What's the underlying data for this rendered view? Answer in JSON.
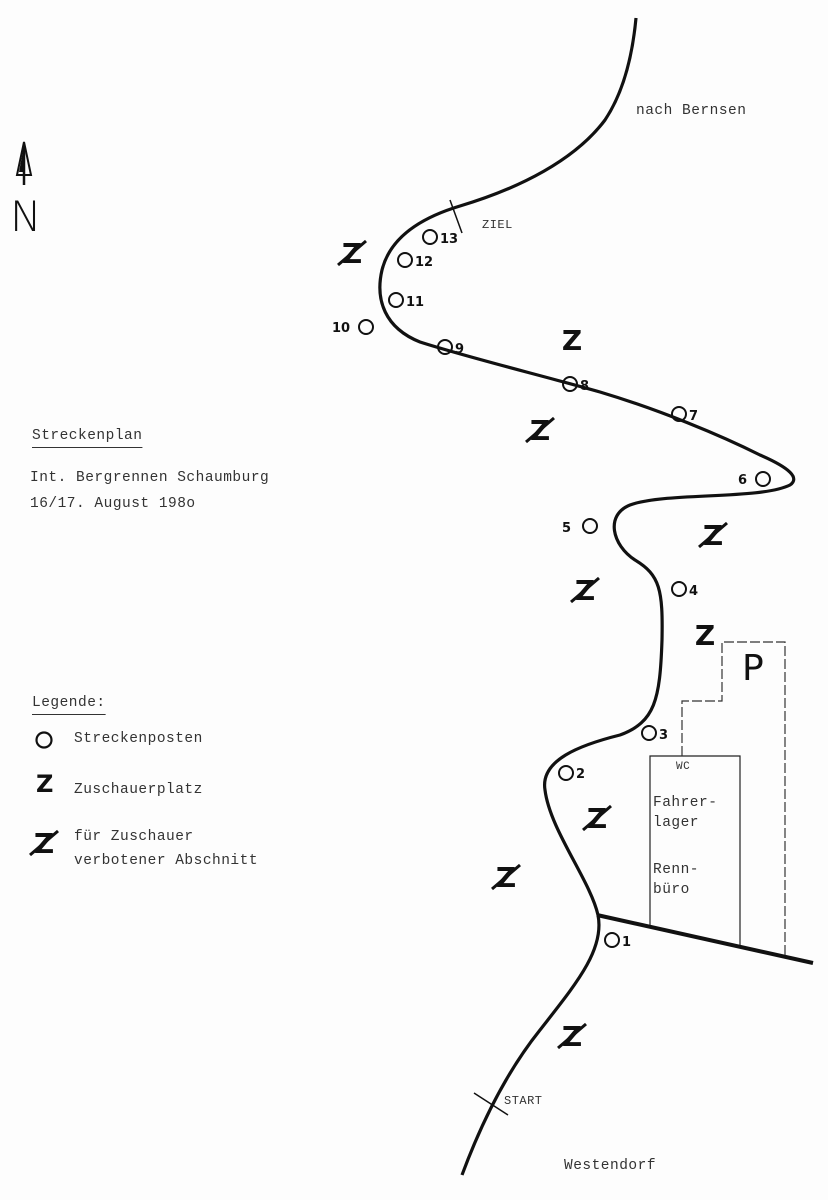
{
  "map": {
    "title": "Streckenplan",
    "event": "Int. Bergrennen Schaumburg",
    "date": "16/17. August 198o",
    "north_label": "N",
    "destination_north": "nach Bernsen",
    "destination_south": "Westendorf",
    "start_label": "START",
    "finish_label": "ZIEL",
    "parking_label": "P",
    "wc_label": "WC",
    "paddock_label": "Fahrer-\nlager",
    "office_label": "Renn-\nbüro",
    "posts": [
      "1",
      "2",
      "3",
      "4",
      "5",
      "6",
      "7",
      "8",
      "9",
      "10",
      "11",
      "12",
      "13"
    ],
    "spectator_mark": "Z"
  },
  "legend": {
    "title": "Legende:",
    "items": [
      {
        "icon": "circle-icon",
        "label": "Streckenposten"
      },
      {
        "icon": "z-icon",
        "label": "Zuschauerplatz"
      },
      {
        "icon": "crossed-z-icon",
        "label": "für Zuschauer\nverbotener Abschnitt"
      }
    ]
  },
  "colors": {
    "ink": "#111111",
    "paper": "#fdfdfd"
  }
}
